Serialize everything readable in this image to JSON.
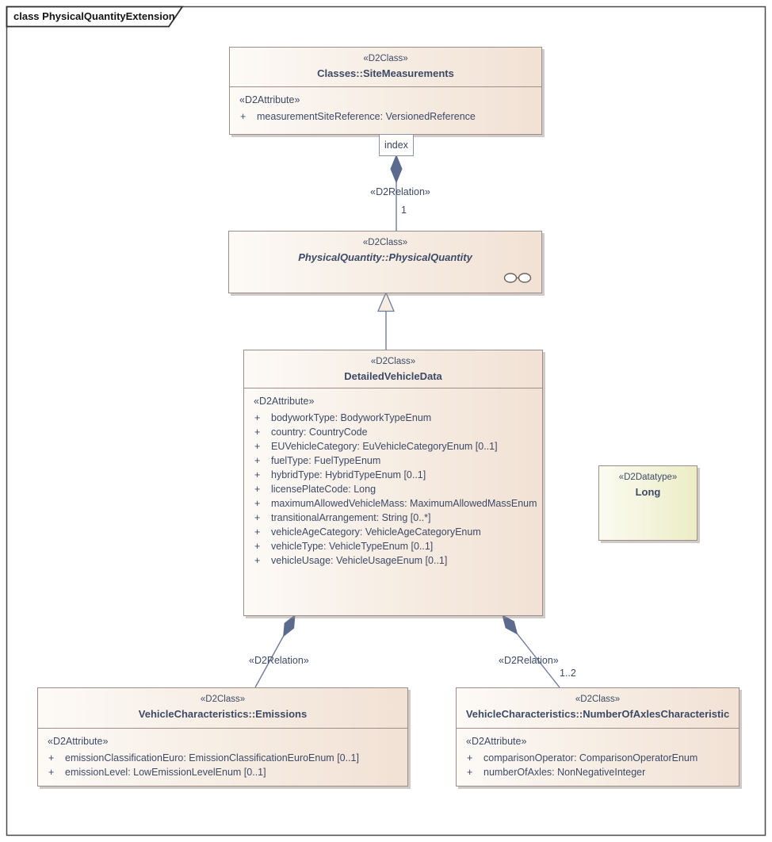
{
  "frame": {
    "title": "class PhysicalQuantityExtension"
  },
  "colors": {
    "class_fill_left": "#fdfaf7",
    "class_fill_right": "#f2e1d5",
    "datatype_fill_left": "#fbfbf2",
    "datatype_fill_right": "#ecedc5",
    "box_border": "#9e8e89",
    "text_navy": "#3d4a66",
    "connector": "#6e7c9c",
    "diamond_fill": "#5c6b8d"
  },
  "classes": {
    "site_measurements": {
      "stereotype": "«D2Class»",
      "name": "Classes::SiteMeasurements",
      "attr_header": "«D2Attribute»",
      "attributes": [
        {
          "vis": "+",
          "text": "measurementSiteReference: VersionedReference"
        }
      ]
    },
    "physical_quantity": {
      "stereotype": "«D2Class»",
      "name": "PhysicalQuantity::PhysicalQuantity"
    },
    "detailed_vehicle_data": {
      "stereotype": "«D2Class»",
      "name": "DetailedVehicleData",
      "attr_header": "«D2Attribute»",
      "attributes": [
        {
          "vis": "+",
          "text": "bodyworkType: BodyworkTypeEnum"
        },
        {
          "vis": "+",
          "text": "country: CountryCode"
        },
        {
          "vis": "+",
          "text": "EUVehicleCategory: EuVehicleCategoryEnum [0..1]"
        },
        {
          "vis": "+",
          "text": "fuelType: FuelTypeEnum"
        },
        {
          "vis": "+",
          "text": "hybridType: HybridTypeEnum [0..1]"
        },
        {
          "vis": "+",
          "text": "licensePlateCode: Long"
        },
        {
          "vis": "+",
          "text": "maximumAllowedVehicleMass: MaximumAllowedMassEnum"
        },
        {
          "vis": "+",
          "text": "transitionalArrangement: String [0..*]"
        },
        {
          "vis": "+",
          "text": "vehicleAgeCategory: VehicleAgeCategoryEnum"
        },
        {
          "vis": "+",
          "text": "vehicleType: VehicleTypeEnum [0..1]"
        },
        {
          "vis": "+",
          "text": "vehicleUsage: VehicleUsageEnum [0..1]"
        }
      ]
    },
    "long_datatype": {
      "stereotype": "«D2Datatype»",
      "name": "Long"
    },
    "emissions": {
      "stereotype": "«D2Class»",
      "name": "VehicleCharacteristics::Emissions",
      "attr_header": "«D2Attribute»",
      "attributes": [
        {
          "vis": "+",
          "text": "emissionClassificationEuro: EmissionClassificationEuroEnum [0..1]"
        },
        {
          "vis": "+",
          "text": "emissionLevel: LowEmissionLevelEnum [0..1]"
        }
      ]
    },
    "number_of_axles": {
      "stereotype": "«D2Class»",
      "name": "VehicleCharacteristics::NumberOfAxlesCharacteristic",
      "attr_header": "«D2Attribute»",
      "attributes": [
        {
          "vis": "+",
          "text": "comparisonOperator: ComparisonOperatorEnum"
        },
        {
          "vis": "+",
          "text": "numberOfAxles: NonNegativeInteger"
        }
      ]
    }
  },
  "connectors": {
    "site_to_physical": {
      "role_label": "index",
      "stereotype": "«D2Relation»",
      "multiplicity": "1"
    },
    "dvd_to_emissions": {
      "stereotype": "«D2Relation»"
    },
    "dvd_to_axles": {
      "stereotype": "«D2Relation»",
      "multiplicity": "1..2"
    }
  }
}
